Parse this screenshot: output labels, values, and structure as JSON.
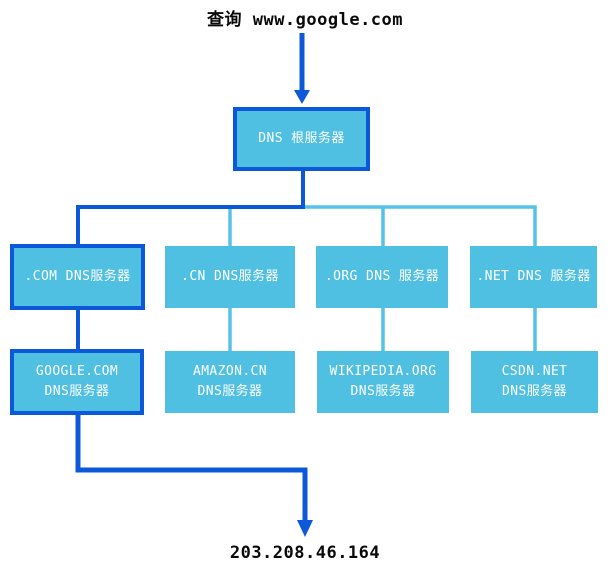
{
  "title": "查询 www.google.com",
  "result_ip": "203.208.46.164",
  "colors": {
    "path_highlight": "#0b59d8",
    "path_inactive": "#55c3e8",
    "node_fill": "#4fbfe2",
    "node_text": "#ffffff",
    "label_text": "#0a0a0a"
  },
  "nodes": {
    "root": {
      "label": "DNS 根服务器",
      "highlighted": true
    },
    "tld": [
      {
        "label": ".COM DNS服务器",
        "highlighted": true
      },
      {
        "label": ".CN DNS服务器",
        "highlighted": false
      },
      {
        "label": ".ORG DNS 服务器",
        "highlighted": false
      },
      {
        "label": ".NET DNS 服务器",
        "highlighted": false
      }
    ],
    "authoritative": [
      {
        "line1": "GOOGLE.COM",
        "line2": "DNS服务器",
        "highlighted": true
      },
      {
        "line1": "AMAZON.CN",
        "line2": "DNS服务器",
        "highlighted": false
      },
      {
        "line1": "WIKIPEDIA.ORG",
        "line2": "DNS服务器",
        "highlighted": false
      },
      {
        "line1": "CSDN.NET",
        "line2": "DNS服务器",
        "highlighted": false
      }
    ]
  }
}
